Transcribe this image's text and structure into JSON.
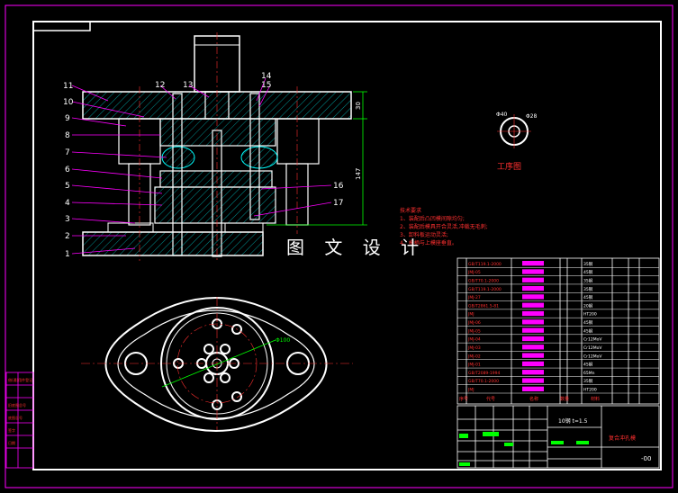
{
  "drawing": {
    "watermark": "图 文 设 计",
    "part_numbers": [
      "1",
      "2",
      "3",
      "4",
      "5",
      "6",
      "7",
      "8",
      "9",
      "10",
      "11",
      "12",
      "13",
      "14",
      "15",
      "16",
      "17"
    ],
    "dimensions": {
      "height_total": "147",
      "height_top": "30",
      "bolt_circle": "Φ100"
    },
    "process_view": {
      "label": "工序图",
      "dim_outer": "Φ40",
      "dim_inner": "Φ28"
    },
    "tech_notes": {
      "title": "技术要求",
      "lines": [
        "1、装配后凸凹模间隙均匀;",
        "2、装配后模具开合灵活,冲裁无毛刺;",
        "3、卸料板运动灵活;",
        "4、模柄与上模座垂直。"
      ]
    },
    "bom": {
      "headers": [
        "序号",
        "代号",
        "名称",
        "数量",
        "材料"
      ],
      "rows": [
        {
          "code": "GB/T119.1-2000",
          "material": "35钢"
        },
        {
          "code": "JMJ-05",
          "material": "45钢"
        },
        {
          "code": "GB/T70.1-2000",
          "material": "35钢"
        },
        {
          "code": "GB/T119.1-2000",
          "material": "35钢"
        },
        {
          "code": "JMJ-27",
          "material": "45钢"
        },
        {
          "code": "GB/T2861.5-81",
          "material": "20钢"
        },
        {
          "code": "JMJ",
          "material": "HT200"
        },
        {
          "code": "JMJ-06",
          "material": "45钢"
        },
        {
          "code": "JMJ-05",
          "material": "45钢"
        },
        {
          "code": "JMJ-04",
          "material": "Cr12MoV"
        },
        {
          "code": "JMJ-03",
          "material": "Cr12MoV"
        },
        {
          "code": "JMJ-02",
          "material": "Cr12MoV"
        },
        {
          "code": "JMJ-01",
          "material": "45钢"
        },
        {
          "code": "GB/T2089-1994",
          "material": "65Mn"
        },
        {
          "code": "GB/T70.1-2000",
          "material": "35钢"
        },
        {
          "code": "JMJ",
          "material": "HT200"
        }
      ]
    },
    "title_block": {
      "material_spec": "10钢 t=1.5",
      "drawing_name": "复合冲孔模",
      "drawing_no": "-00"
    },
    "left_strip": [
      "借(通)用件登记",
      "旧底图总号",
      "底图总号",
      "签字",
      "日期"
    ]
  }
}
